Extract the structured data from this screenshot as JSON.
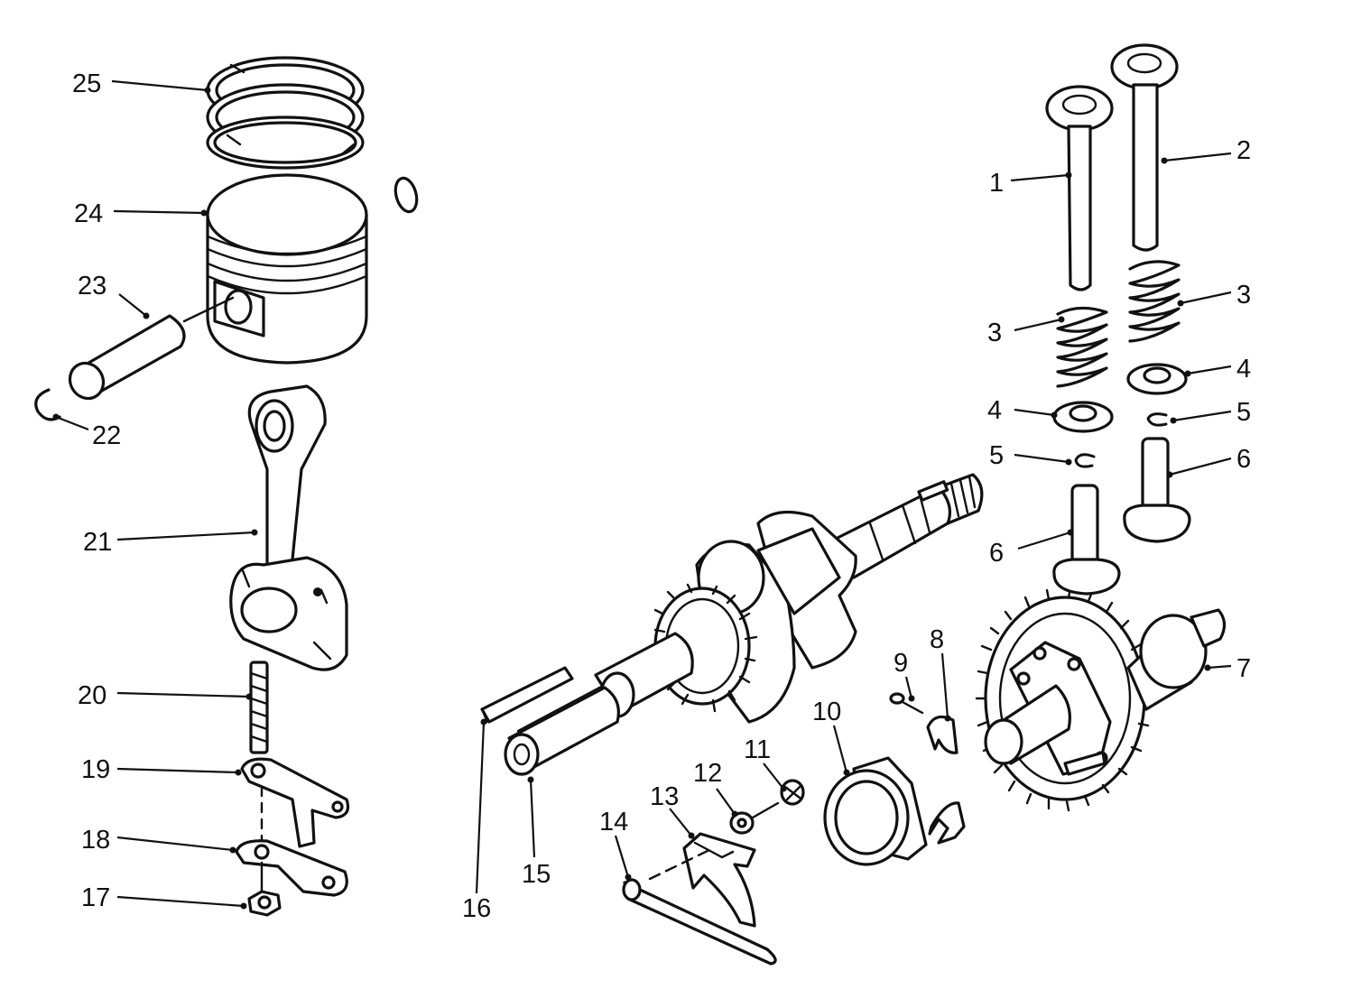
{
  "callouts": [
    {
      "id": "c1",
      "label": "1"
    },
    {
      "id": "c2",
      "label": "2"
    },
    {
      "id": "c3a",
      "label": "3"
    },
    {
      "id": "c3b",
      "label": "3"
    },
    {
      "id": "c4a",
      "label": "4"
    },
    {
      "id": "c4b",
      "label": "4"
    },
    {
      "id": "c5a",
      "label": "5"
    },
    {
      "id": "c5b",
      "label": "5"
    },
    {
      "id": "c6a",
      "label": "6"
    },
    {
      "id": "c6b",
      "label": "6"
    },
    {
      "id": "c7",
      "label": "7"
    },
    {
      "id": "c8",
      "label": "8"
    },
    {
      "id": "c9",
      "label": "9"
    },
    {
      "id": "c10",
      "label": "10"
    },
    {
      "id": "c11",
      "label": "11"
    },
    {
      "id": "c12",
      "label": "12"
    },
    {
      "id": "c13",
      "label": "13"
    },
    {
      "id": "c14",
      "label": "14"
    },
    {
      "id": "c15",
      "label": "15"
    },
    {
      "id": "c16",
      "label": "16"
    },
    {
      "id": "c17",
      "label": "17"
    },
    {
      "id": "c18",
      "label": "18"
    },
    {
      "id": "c19",
      "label": "19"
    },
    {
      "id": "c20",
      "label": "20"
    },
    {
      "id": "c21",
      "label": "21"
    },
    {
      "id": "c22",
      "label": "22"
    },
    {
      "id": "c23",
      "label": "23"
    },
    {
      "id": "c24",
      "label": "24"
    },
    {
      "id": "c25",
      "label": "25"
    }
  ]
}
